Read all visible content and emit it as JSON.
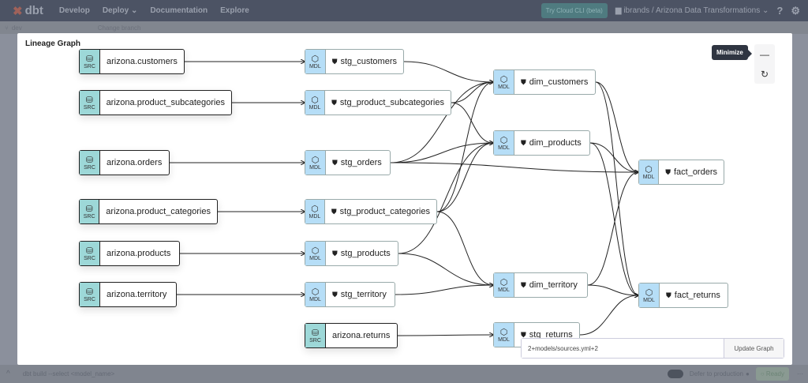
{
  "topnav": {
    "brand": "dbt",
    "items": [
      "Develop",
      "Deploy",
      "Documentation",
      "Explore"
    ],
    "cli_button": "Try Cloud CLI (beta)",
    "account": "ibrands",
    "project": "Arizona Data Transformations"
  },
  "subbar": {
    "branch": "dev",
    "change_branch": "Change branch"
  },
  "modal": {
    "title": "Lineage Graph",
    "minimize_tooltip": "Minimize",
    "selector_value": "2+models/sources.yml+2",
    "update_button": "Update Graph"
  },
  "badges": {
    "source": "SRC",
    "model": "MDL"
  },
  "nodes": [
    {
      "id": "arizona.customers",
      "type": "source"
    },
    {
      "id": "arizona.product_subcategories",
      "type": "source"
    },
    {
      "id": "arizona.orders",
      "type": "source"
    },
    {
      "id": "arizona.product_categories",
      "type": "source"
    },
    {
      "id": "arizona.products",
      "type": "source"
    },
    {
      "id": "arizona.territory",
      "type": "source"
    },
    {
      "id": "arizona.returns",
      "type": "source"
    },
    {
      "id": "stg_customers",
      "type": "model"
    },
    {
      "id": "stg_product_subcategories",
      "type": "model"
    },
    {
      "id": "stg_orders",
      "type": "model"
    },
    {
      "id": "stg_product_categories",
      "type": "model"
    },
    {
      "id": "stg_products",
      "type": "model"
    },
    {
      "id": "stg_territory",
      "type": "model"
    },
    {
      "id": "dim_customers",
      "type": "model"
    },
    {
      "id": "dim_products",
      "type": "model"
    },
    {
      "id": "dim_territory",
      "type": "model"
    },
    {
      "id": "stg_returns",
      "type": "model"
    },
    {
      "id": "fact_orders",
      "type": "model"
    },
    {
      "id": "fact_returns",
      "type": "model"
    }
  ],
  "edges": [
    [
      "arizona.customers",
      "stg_customers"
    ],
    [
      "arizona.product_subcategories",
      "stg_product_subcategories"
    ],
    [
      "arizona.orders",
      "stg_orders"
    ],
    [
      "arizona.product_categories",
      "stg_product_categories"
    ],
    [
      "arizona.products",
      "stg_products"
    ],
    [
      "arizona.territory",
      "stg_territory"
    ],
    [
      "arizona.returns",
      "stg_returns"
    ],
    [
      "stg_customers",
      "dim_customers"
    ],
    [
      "stg_product_subcategories",
      "dim_customers"
    ],
    [
      "stg_product_subcategories",
      "dim_products"
    ],
    [
      "stg_orders",
      "dim_customers"
    ],
    [
      "stg_orders",
      "dim_products"
    ],
    [
      "stg_orders",
      "fact_orders"
    ],
    [
      "stg_product_categories",
      "dim_products"
    ],
    [
      "stg_product_categories",
      "dim_customers"
    ],
    [
      "stg_products",
      "dim_products"
    ],
    [
      "stg_products",
      "dim_territory"
    ],
    [
      "stg_territory",
      "dim_territory"
    ],
    [
      "stg_product_categories",
      "dim_territory"
    ],
    [
      "dim_customers",
      "fact_orders"
    ],
    [
      "dim_customers",
      "fact_returns"
    ],
    [
      "dim_products",
      "fact_orders"
    ],
    [
      "dim_products",
      "fact_returns"
    ],
    [
      "dim_territory",
      "fact_orders"
    ],
    [
      "dim_territory",
      "fact_returns"
    ],
    [
      "stg_returns",
      "fact_returns"
    ]
  ],
  "bottombar": {
    "command": "dbt build --select <model_name>",
    "defer": "Defer to production",
    "status": "Ready"
  }
}
